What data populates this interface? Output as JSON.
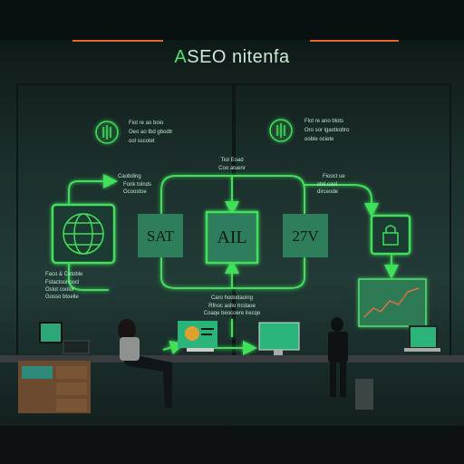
{
  "header": {
    "title_lead": "A",
    "title_rest": "SEO nitenfa"
  },
  "flow": {
    "nodes": [
      {
        "id": "sat",
        "label": "SAT"
      },
      {
        "id": "ail",
        "label": "AIL"
      },
      {
        "id": "27v",
        "label": "27V"
      }
    ],
    "captions": {
      "top_left_heading": "Fiot re ao boio",
      "top_left_line1": "Oeo ao tbd gbodtr",
      "top_left_line2": "ool sscotet",
      "top_right_heading": "Flot re ano blots",
      "top_right_line1": "Oro sor lgaotkoltro",
      "top_right_line2": "ooble ociete",
      "center_heading": "Tiol Eoad",
      "center_line": "Coo atuenr",
      "left_heading": "Caobding",
      "left_line1": "Fonk tolnds",
      "left_line2": "Ocoostoe",
      "right_heading": "Fiooct ue",
      "right_line1": "ctnl caol",
      "right_line2": "dirceode",
      "bottom_left_heading": "Faco & Cotoble",
      "bottom_left_line1": "Fstactoonoocl",
      "bottom_left_line2": "Oslot coolor",
      "bottom_left_line3": "Gosso btoelle",
      "bottom_center_heading": "Caro hododaoing",
      "bottom_center_line1": "Rfnoc aolio trcdaoe",
      "bottom_center_line2": "Coaqe beocoere lrecqe"
    }
  },
  "colors": {
    "accent_green": "#3fe05a",
    "node_fill": "#2e7d5b",
    "background": "#1b2e2b",
    "accent_orange": "#e0692a"
  },
  "icons": [
    "globe-icon",
    "lock-icon",
    "chip-icon",
    "line-chart-icon"
  ]
}
